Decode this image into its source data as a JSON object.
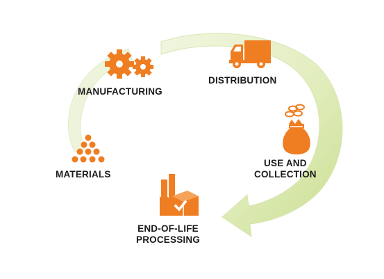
{
  "colors": {
    "orange": "#EF7D22",
    "arrow_light": "#EEF4D8",
    "arrow_mid": "#D6E6A4",
    "arrow_dark": "#B8D27A",
    "text": "#1a1a1a"
  },
  "stages": {
    "manufacturing": {
      "label": "MANUFACTURING",
      "icon": "gears-icon"
    },
    "distribution": {
      "label": "DISTRIBUTION",
      "icon": "truck-icon"
    },
    "use_and_collection": {
      "line1": "USE AND",
      "line2": "COLLECTION",
      "icon": "sack-icon"
    },
    "end_of_life": {
      "line1": "END-OF-LIFE",
      "line2": "PROCESSING",
      "icon": "factory-icon"
    },
    "materials": {
      "label": "MATERIALS",
      "icon": "pellets-icon"
    }
  }
}
